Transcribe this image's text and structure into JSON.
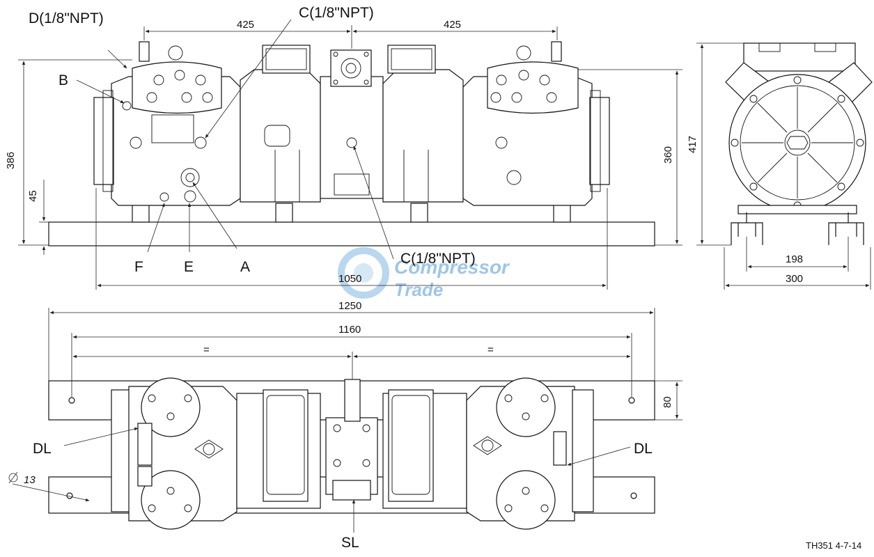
{
  "labels": {
    "D": "D(1/8\"NPT)",
    "C_top": "C(1/8\"NPT)",
    "C_bottom": "C(1/8\"NPT)",
    "B": "B",
    "A": "A",
    "E": "E",
    "F": "F",
    "DL_left": "DL",
    "DL_right": "DL",
    "SL": "SL"
  },
  "dimensions": {
    "d425_left": "425",
    "d425_right": "425",
    "d386": "386",
    "d45": "45",
    "d360": "360",
    "d417": "417",
    "d1050": "1050",
    "d198": "198",
    "d300": "300",
    "d1250": "1250",
    "d1160": "1160",
    "eq_left": "=",
    "eq_right": "=",
    "d80": "80",
    "hole": "13"
  },
  "watermark": {
    "line1": "Compressor",
    "line2": "Trade"
  },
  "drawing_code": "TH351 4-7-14",
  "colors": {
    "line": "#111111",
    "watermark": "#9fc6e6"
  }
}
